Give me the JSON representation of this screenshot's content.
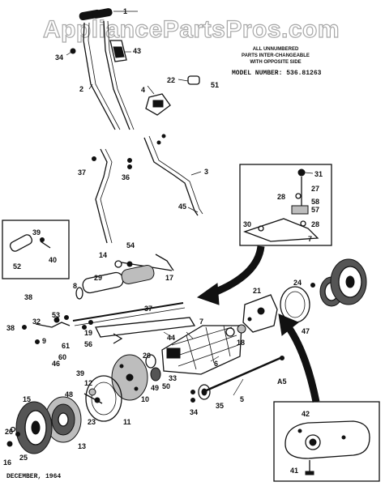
{
  "watermark": "AppliancePartsPros.com",
  "header": {
    "note_line1": "ALL UNNUMBERED",
    "note_line2": "PARTS INTER-CHANGEABLE",
    "note_line3": "WITH OPPOSITE SIDE",
    "model_label": "MODEL NUMBER: 536.81263"
  },
  "footer": {
    "date": "DECEMBER, 1964"
  },
  "callouts": {
    "c1": "1",
    "c2": "2",
    "c3": "3",
    "c4": "4",
    "c5": "5",
    "c6": "6",
    "c7": "7",
    "c7b": "7",
    "c8": "8",
    "c9": "9",
    "c10": "10",
    "c11": "11",
    "c12": "12",
    "c13": "13",
    "c14": "14",
    "c15": "15",
    "c16": "16",
    "c17": "17",
    "c18": "18",
    "c19": "19",
    "c20": "20",
    "c21": "21",
    "c22": "22",
    "c23": "23",
    "c24": "24",
    "c25": "25",
    "c26": "26",
    "c27": "27",
    "c28": "28",
    "c28b": "28",
    "c29": "29",
    "c30": "30",
    "c31": "31",
    "c32": "32",
    "c33": "33",
    "c34": "34",
    "c34b": "34",
    "c35": "35",
    "c36": "36",
    "c37": "37",
    "c37b": "37",
    "c38": "38",
    "c38b": "38",
    "c39": "39",
    "c39b": "39",
    "c40": "40",
    "c41": "41",
    "c42": "42",
    "c43": "43",
    "c44": "44",
    "c45": "45",
    "c46": "46",
    "c47": "47",
    "c48": "48",
    "c49": "49",
    "c50": "50",
    "c51": "51",
    "c52": "52",
    "c53": "53",
    "c54": "54",
    "c56": "56",
    "c57": "57",
    "c58": "58",
    "c60": "60",
    "c61": "61",
    "cA5": "A5"
  }
}
